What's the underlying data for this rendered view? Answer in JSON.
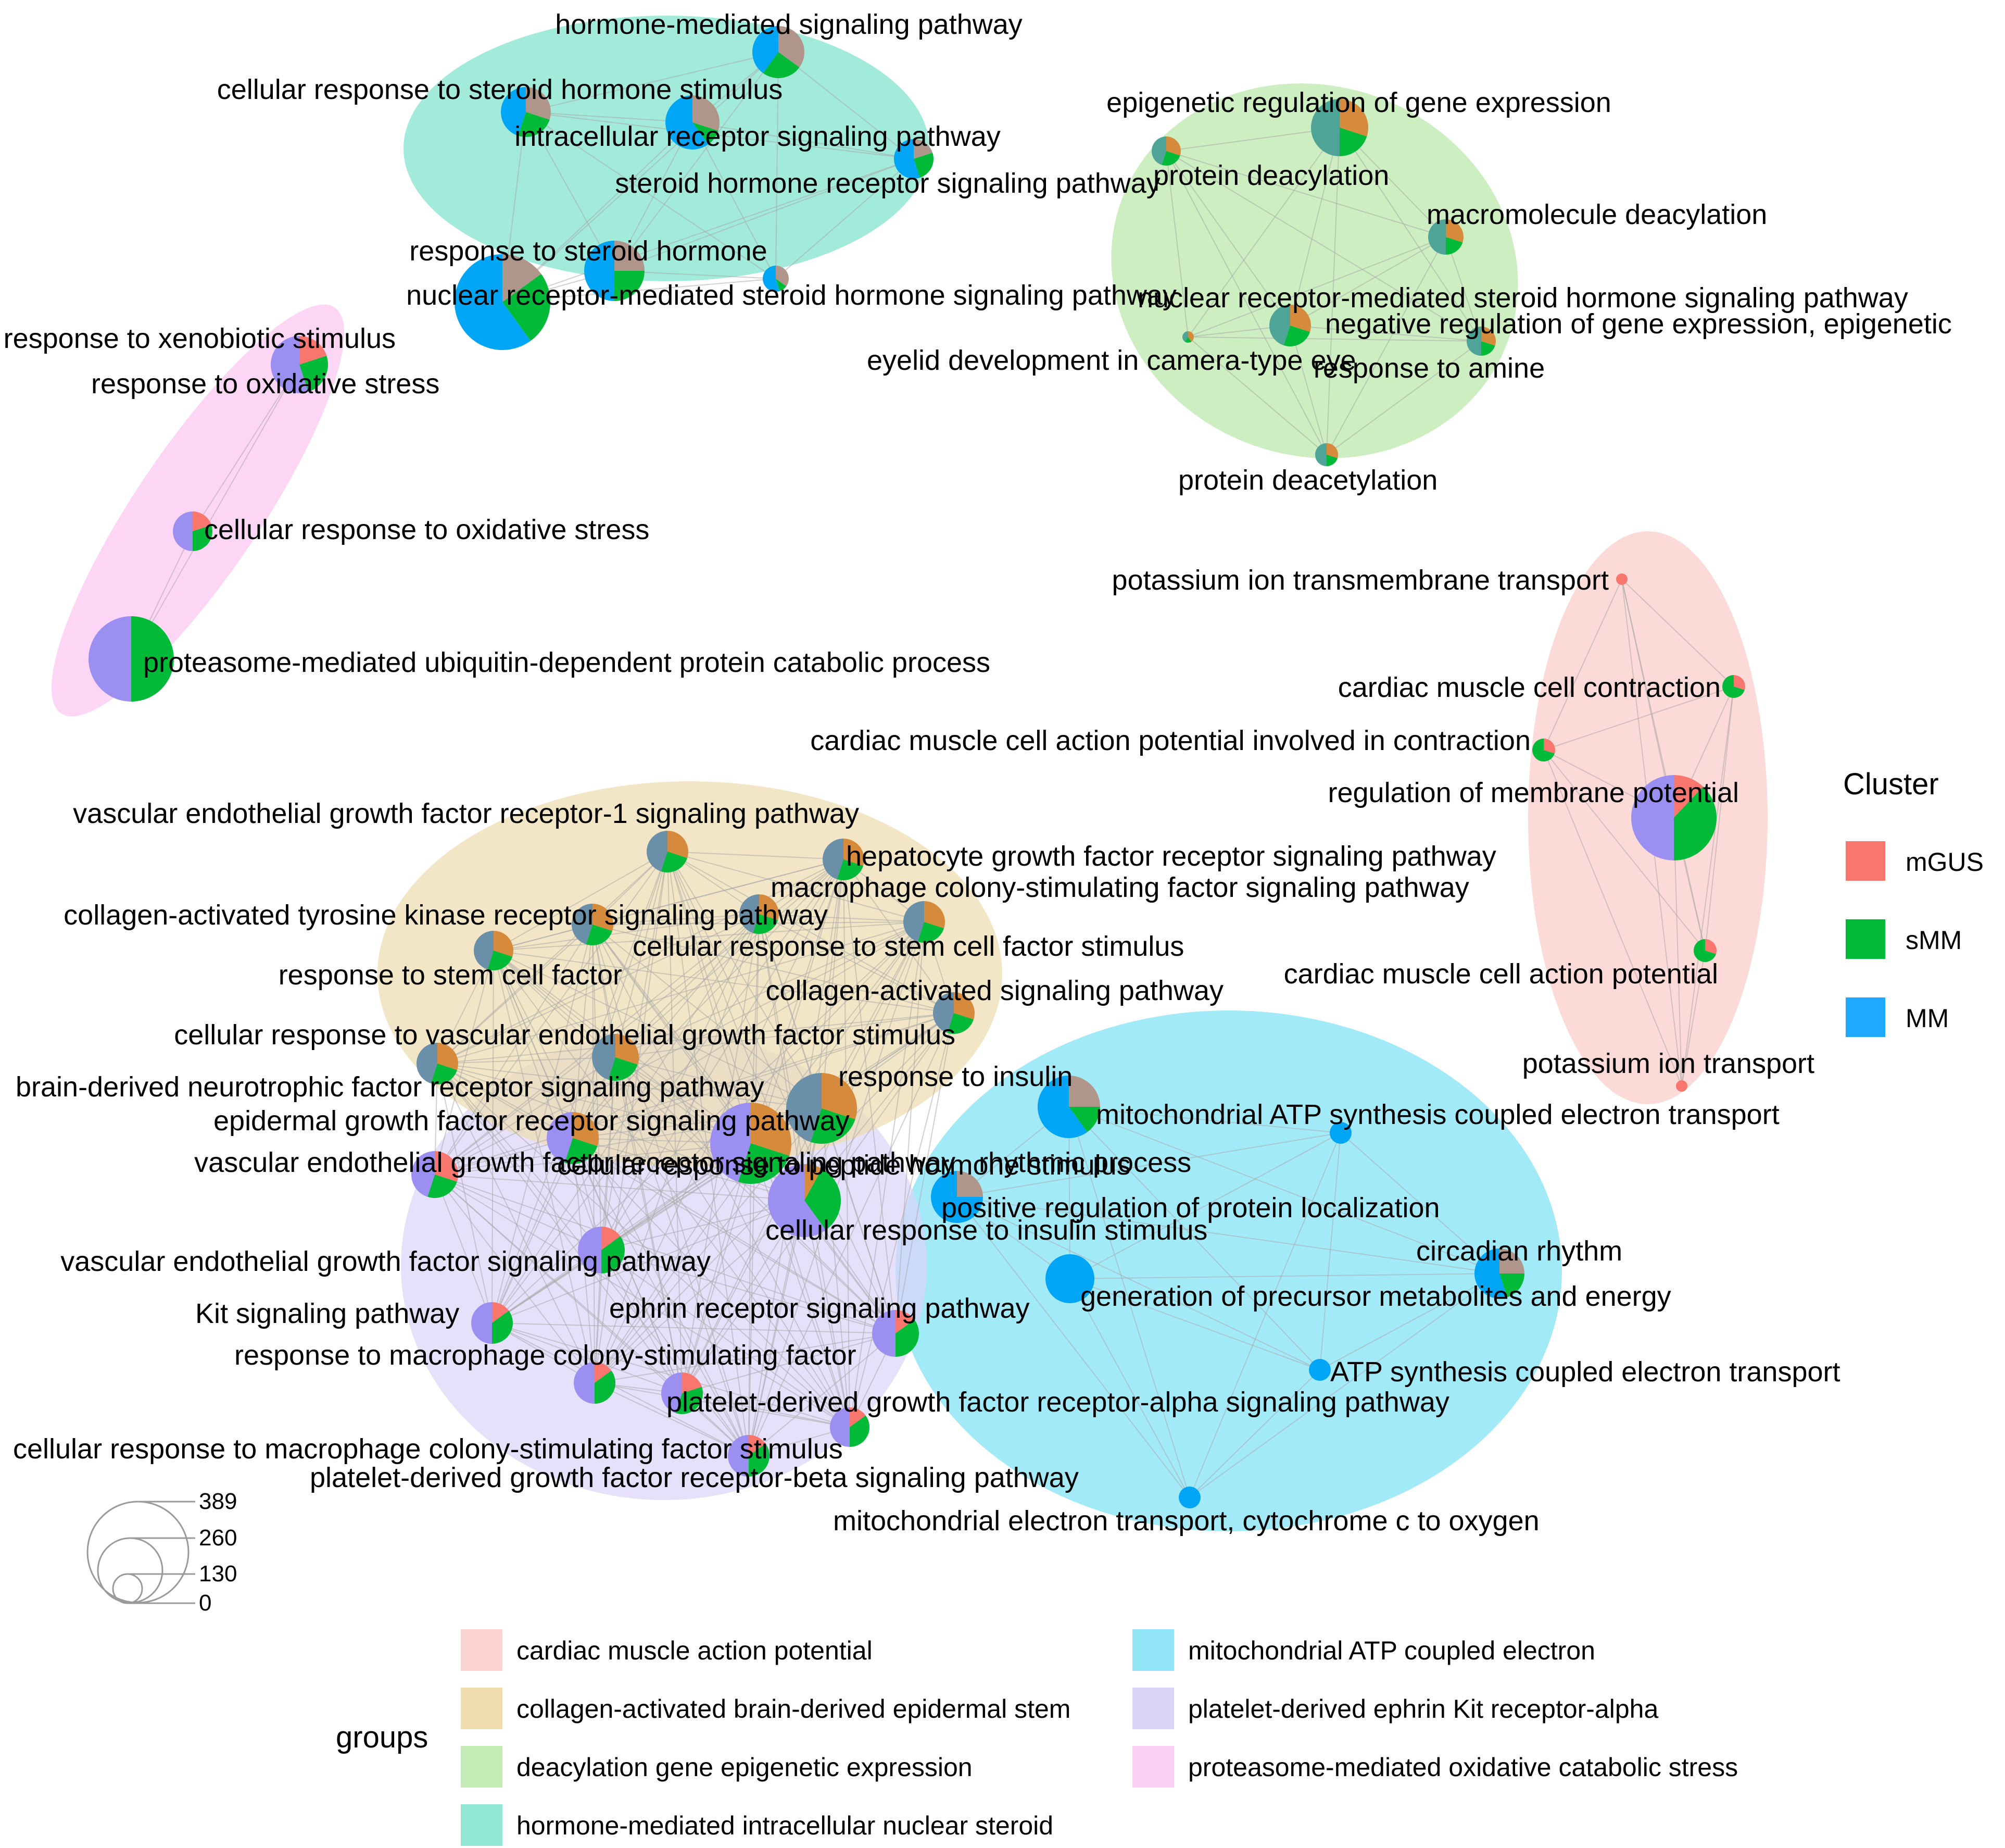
{
  "cluster_legend": {
    "title": "Cluster",
    "items": [
      {
        "label": "mGUS",
        "color": "#F8766D"
      },
      {
        "label": "sMM",
        "color": "#00BA38"
      },
      {
        "label": "MM",
        "color": "#1EA9FF"
      }
    ]
  },
  "size_legend": {
    "values": [
      "389",
      "260",
      "130",
      "0"
    ]
  },
  "groups_legend": {
    "title": "groups",
    "items": [
      {
        "label": "cardiac muscle action potential",
        "color": "#FBD3D1"
      },
      {
        "label": "collagen-activated brain-derived epidermal stem",
        "color": "#EFDDB0"
      },
      {
        "label": "deacylation gene epigenetic expression",
        "color": "#C3EBB6"
      },
      {
        "label": "hormone-mediated intracellular nuclear steroid",
        "color": "#92E6D4"
      },
      {
        "label": "mitochondrial ATP coupled electron",
        "color": "#93E6F8"
      },
      {
        "label": "platelet-derived ephrin Kit receptor-alpha",
        "color": "#DDD4FA"
      },
      {
        "label": "proteasome-mediated oxidative catabolic stress",
        "color": "#FBCFF2"
      }
    ]
  },
  "pie_colors": {
    "mGUS": "#F8766D",
    "sMM": "#00BA38",
    "MM": "#00A6F5",
    "mGUS+MM": "#B0968A",
    "mGUS+sMM": "#D68A3B",
    "sMM+MM": "#4DA497",
    "all": "#9C8FF2",
    "mix": "#6A8FA8"
  },
  "chart_data": {
    "type": "network",
    "nodes": [
      {
        "label": "hormone-mediated signaling pathway",
        "group": "hormone-mediated intracellular nuclear steroid"
      },
      {
        "label": "cellular response to steroid hormone stimulus",
        "group": "hormone-mediated intracellular nuclear steroid"
      },
      {
        "label": "intracellular receptor signaling pathway",
        "group": "hormone-mediated intracellular nuclear steroid"
      },
      {
        "label": "steroid hormone receptor signaling pathway",
        "group": "hormone-mediated intracellular nuclear steroid"
      },
      {
        "label": "response to steroid hormone",
        "group": "hormone-mediated intracellular nuclear steroid"
      },
      {
        "label": "nuclear receptor-mediated steroid hormone signaling pathway",
        "group": "hormone-mediated intracellular nuclear steroid"
      },
      {
        "label": "response to xenobiotic stimulus",
        "group": "hormone-mediated intracellular nuclear steroid"
      },
      {
        "label": "response to oxidative stress",
        "group": "proteasome-mediated oxidative catabolic stress"
      },
      {
        "label": "cellular response to oxidative stress",
        "group": "proteasome-mediated oxidative catabolic stress"
      },
      {
        "label": "proteasome-mediated ubiquitin-dependent protein catabolic process",
        "group": "proteasome-mediated oxidative catabolic stress"
      },
      {
        "label": "epigenetic regulation of gene expression",
        "group": "deacylation gene epigenetic expression"
      },
      {
        "label": "protein deacylation",
        "group": "deacylation gene epigenetic expression"
      },
      {
        "label": "macromolecule deacylation",
        "group": "deacylation gene epigenetic expression"
      },
      {
        "label": "nuclear receptor-mediated steroid hormone signaling pathway",
        "group": "deacylation gene epigenetic expression"
      },
      {
        "label": "negative regulation of gene expression, epigenetic",
        "group": "deacylation gene epigenetic expression"
      },
      {
        "label": "eyelid development in camera-type eye",
        "group": "deacylation gene epigenetic expression"
      },
      {
        "label": "protein deacetylation",
        "group": "deacylation gene epigenetic expression"
      },
      {
        "label": "response to amine",
        "group": "deacylation gene epigenetic expression"
      },
      {
        "label": "potassium ion transmembrane transport",
        "group": "cardiac muscle action potential"
      },
      {
        "label": "cardiac muscle cell contraction",
        "group": "cardiac muscle action potential"
      },
      {
        "label": "cardiac muscle cell action potential involved in contraction",
        "group": "cardiac muscle action potential"
      },
      {
        "label": "regulation of membrane potential",
        "group": "cardiac muscle action potential"
      },
      {
        "label": "cardiac muscle cell action potential",
        "group": "cardiac muscle action potential"
      },
      {
        "label": "potassium ion transport",
        "group": "cardiac muscle action potential"
      },
      {
        "label": "vascular endothelial growth factor receptor-1 signaling pathway",
        "group": "collagen-activated brain-derived epidermal stem"
      },
      {
        "label": "hepatocyte growth factor receptor signaling pathway",
        "group": "collagen-activated brain-derived epidermal stem"
      },
      {
        "label": "macrophage colony-stimulating factor signaling pathway",
        "group": "collagen-activated brain-derived epidermal stem"
      },
      {
        "label": "collagen-activated tyrosine kinase receptor signaling pathway",
        "group": "collagen-activated brain-derived epidermal stem"
      },
      {
        "label": "cellular response to stem cell factor stimulus",
        "group": "collagen-activated brain-derived epidermal stem"
      },
      {
        "label": "response to stem cell factor",
        "group": "collagen-activated brain-derived epidermal stem"
      },
      {
        "label": "collagen-activated signaling pathway",
        "group": "collagen-activated brain-derived epidermal stem"
      },
      {
        "label": "cellular response to vascular endothelial growth factor stimulus",
        "group": "collagen-activated brain-derived epidermal stem"
      },
      {
        "label": "brain-derived neurotrophic factor receptor signaling pathway",
        "group": "collagen-activated brain-derived epidermal stem"
      },
      {
        "label": "response to insulin",
        "group": "collagen-activated brain-derived epidermal stem"
      },
      {
        "label": "epidermal growth factor receptor signaling pathway",
        "group": "collagen-activated brain-derived epidermal stem"
      },
      {
        "label": "cellular response to peptide hormone stimulus",
        "group": "platelet-derived ephrin Kit receptor-alpha"
      },
      {
        "label": "vascular endothelial growth factor receptor signaling pathway",
        "group": "platelet-derived ephrin Kit receptor-alpha"
      },
      {
        "label": "cellular response to insulin stimulus",
        "group": "platelet-derived ephrin Kit receptor-alpha"
      },
      {
        "label": "vascular endothelial growth factor signaling pathway",
        "group": "platelet-derived ephrin Kit receptor-alpha"
      },
      {
        "label": "Kit signaling pathway",
        "group": "platelet-derived ephrin Kit receptor-alpha"
      },
      {
        "label": "ephrin receptor signaling pathway",
        "group": "platelet-derived ephrin Kit receptor-alpha"
      },
      {
        "label": "response to macrophage colony-stimulating factor",
        "group": "platelet-derived ephrin Kit receptor-alpha"
      },
      {
        "label": "platelet-derived growth factor receptor-alpha signaling pathway",
        "group": "platelet-derived ephrin Kit receptor-alpha"
      },
      {
        "label": "cellular response to macrophage colony-stimulating factor stimulus",
        "group": "platelet-derived ephrin Kit receptor-alpha"
      },
      {
        "label": "platelet-derived growth factor receptor-beta signaling pathway",
        "group": "platelet-derived ephrin Kit receptor-alpha"
      },
      {
        "label": "mitochondrial ATP synthesis coupled electron transport",
        "group": "mitochondrial ATP coupled electron"
      },
      {
        "label": "rhythmic process",
        "group": "mitochondrial ATP coupled electron"
      },
      {
        "label": "positive regulation of protein localization",
        "group": "mitochondrial ATP coupled electron"
      },
      {
        "label": "circadian rhythm",
        "group": "mitochondrial ATP coupled electron"
      },
      {
        "label": "generation of precursor metabolites and energy",
        "group": "mitochondrial ATP coupled electron"
      },
      {
        "label": "ATP synthesis coupled electron transport",
        "group": "mitochondrial ATP coupled electron"
      },
      {
        "label": "mitochondrial electron transport, cytochrome c to oxygen",
        "group": "mitochondrial ATP coupled electron"
      }
    ]
  }
}
